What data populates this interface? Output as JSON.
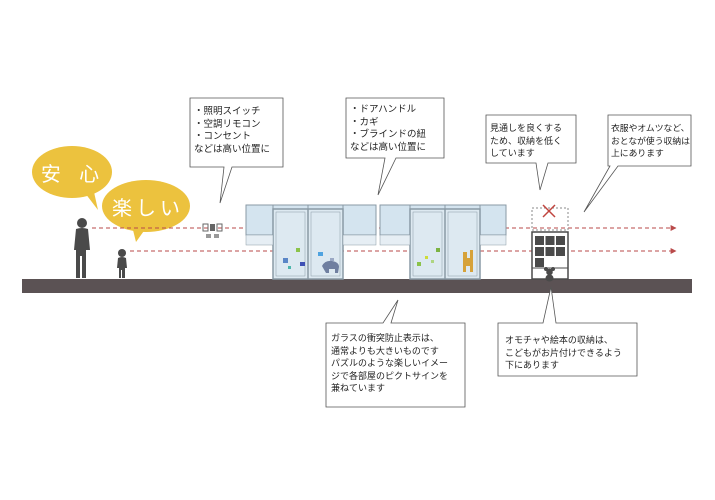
{
  "bubbles": {
    "anshin": "安 心",
    "tanoshii": "楽しい"
  },
  "callouts": {
    "switch": [
      "・照明スイッチ",
      "・空調リモコン",
      "・コンセント",
      "などは高い位置に"
    ],
    "door": [
      "・ドアハンドル",
      "・カギ",
      "・ブラインドの紐",
      "などは高い位置に"
    ],
    "storage_low": [
      "見通しを良くする",
      "ため、収納を低く",
      "しています"
    ],
    "storage_adult": [
      "衣服やオムツなど、",
      "おとなが使う収納は",
      "上にあります"
    ],
    "glass": [
      "ガラスの衝突防止表示は、",
      "通常よりも大きいものです",
      "パズルのような楽しいイメー",
      "ジで各部屋のピクトサインを",
      "兼ねています"
    ],
    "toys": [
      "オモチャや絵本の収納は、",
      "こどもがお片付けできるよう",
      "下にあります"
    ]
  },
  "colors": {
    "bubble": "#ecc23e",
    "ground": "#5b5254",
    "sight_line": "#b94a4a",
    "glass": "#d4e4ef",
    "frame": "#8a9aa5",
    "figure": "#4a4a4a",
    "shelf": "#4a4a4a",
    "x_mark": "#c0453f"
  },
  "icons": [
    "person-adult-icon",
    "person-child-icon",
    "switch-panel-icon",
    "teddy-bear-icon",
    "cross-mark-icon"
  ]
}
